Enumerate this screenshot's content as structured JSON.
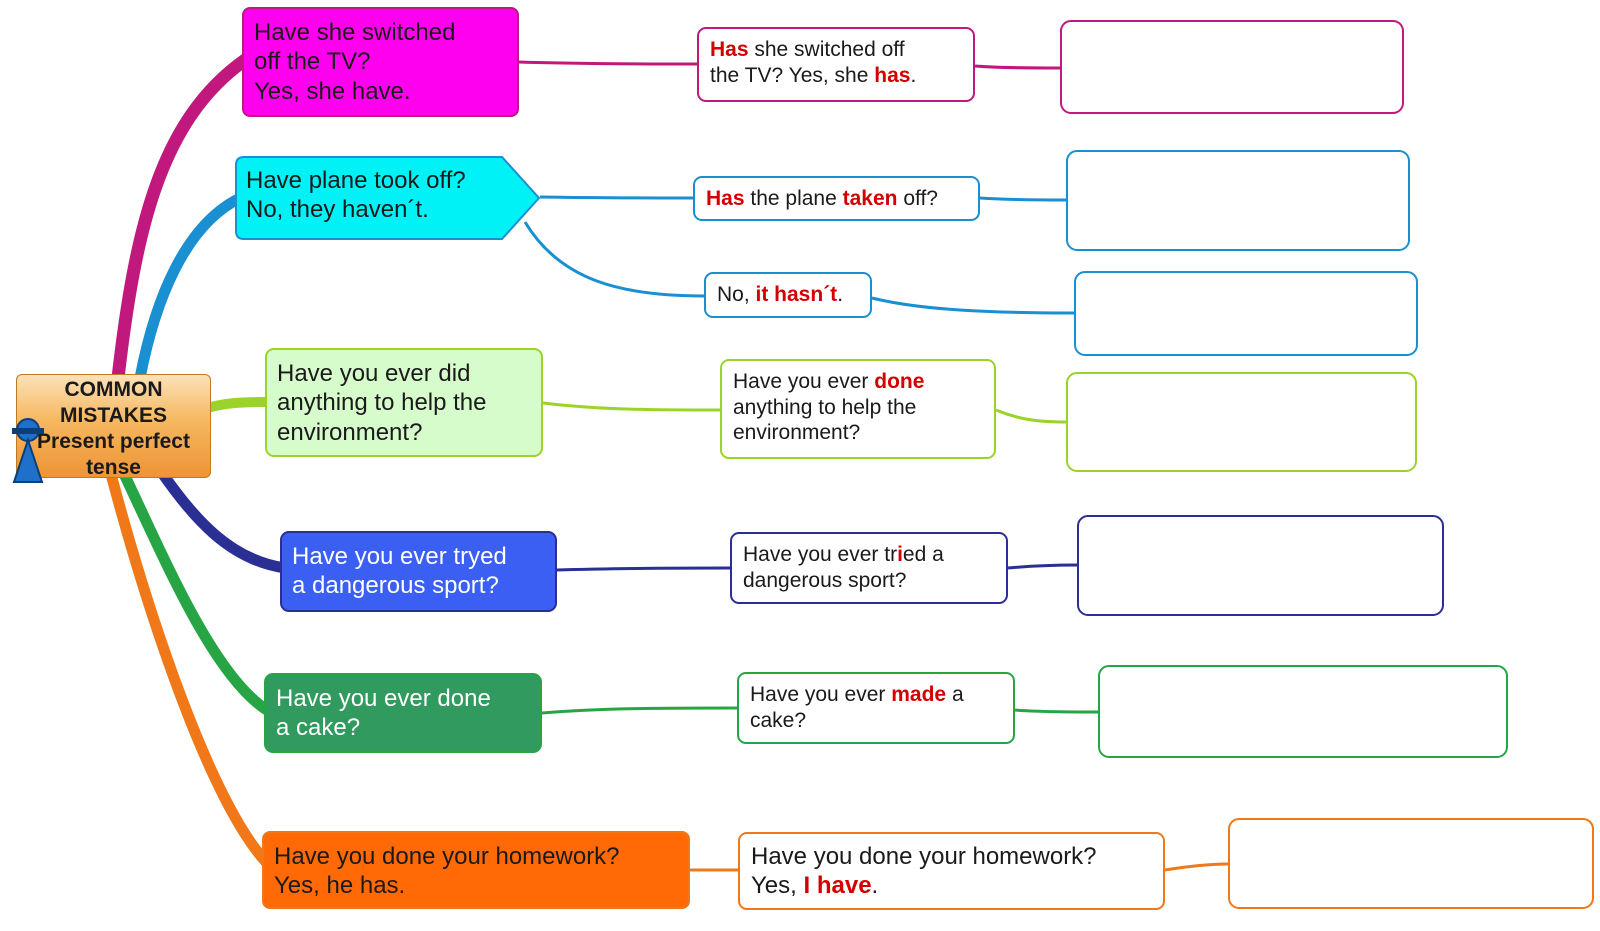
{
  "central": {
    "lines": [
      "COMMON",
      "MISTAKES",
      "Present perfect",
      "tense"
    ],
    "icon": "person-icon"
  },
  "colors": {
    "magenta": "#c0187d",
    "cyan": "#1a8fd1",
    "lime": "#9bd32a",
    "navy": "#2a2f93",
    "green": "#27a545",
    "orange": "#f07818",
    "red_highlight": "#d40000"
  },
  "branches": [
    {
      "mistake_lines": [
        "Have she switched",
        "off the TV?",
        "Yes, she have."
      ],
      "corrections": [
        {
          "segments": [
            {
              "text": "Has",
              "hl": true
            },
            {
              "text": " she switched off",
              "hl": false
            },
            {
              "text": "\nthe TV? Yes, she ",
              "hl": false
            },
            {
              "text": "has",
              "hl": true
            },
            {
              "text": ".",
              "hl": false
            }
          ]
        }
      ]
    },
    {
      "mistake_lines": [
        "Have plane took off?",
        "No, they haven´t."
      ],
      "corrections": [
        {
          "segments": [
            {
              "text": "Has",
              "hl": true
            },
            {
              "text": " the plane ",
              "hl": false
            },
            {
              "text": "taken",
              "hl": true
            },
            {
              "text": " off?",
              "hl": false
            }
          ]
        },
        {
          "segments": [
            {
              "text": "No, ",
              "hl": false
            },
            {
              "text": "it hasn´t",
              "hl": true
            },
            {
              "text": ".",
              "hl": false
            }
          ]
        }
      ]
    },
    {
      "mistake_lines": [
        "Have you ever did",
        "anything to help the",
        "environment?"
      ],
      "corrections": [
        {
          "segments": [
            {
              "text": "Have you ever ",
              "hl": false
            },
            {
              "text": "done",
              "hl": true
            },
            {
              "text": "\nanything to help the\nenvironment?",
              "hl": false
            }
          ]
        }
      ]
    },
    {
      "mistake_lines": [
        "Have you ever tryed",
        "a dangerous sport?"
      ],
      "corrections": [
        {
          "segments": [
            {
              "text": "Have you ever tr",
              "hl": false
            },
            {
              "text": "i",
              "hl": true
            },
            {
              "text": "ed a\ndangerous sport?",
              "hl": false
            }
          ]
        }
      ]
    },
    {
      "mistake_lines": [
        "Have you ever done",
        "a cake?"
      ],
      "corrections": [
        {
          "segments": [
            {
              "text": "Have you ever ",
              "hl": false
            },
            {
              "text": "made",
              "hl": true
            },
            {
              "text": " a\ncake?",
              "hl": false
            }
          ]
        }
      ]
    },
    {
      "mistake_lines": [
        "Have you done your homework?",
        "Yes, he has."
      ],
      "corrections": [
        {
          "segments": [
            {
              "text": "Have you done your homework?\nYes, ",
              "hl": false
            },
            {
              "text": "I have",
              "hl": true
            },
            {
              "text": ".",
              "hl": false
            }
          ]
        }
      ]
    }
  ]
}
